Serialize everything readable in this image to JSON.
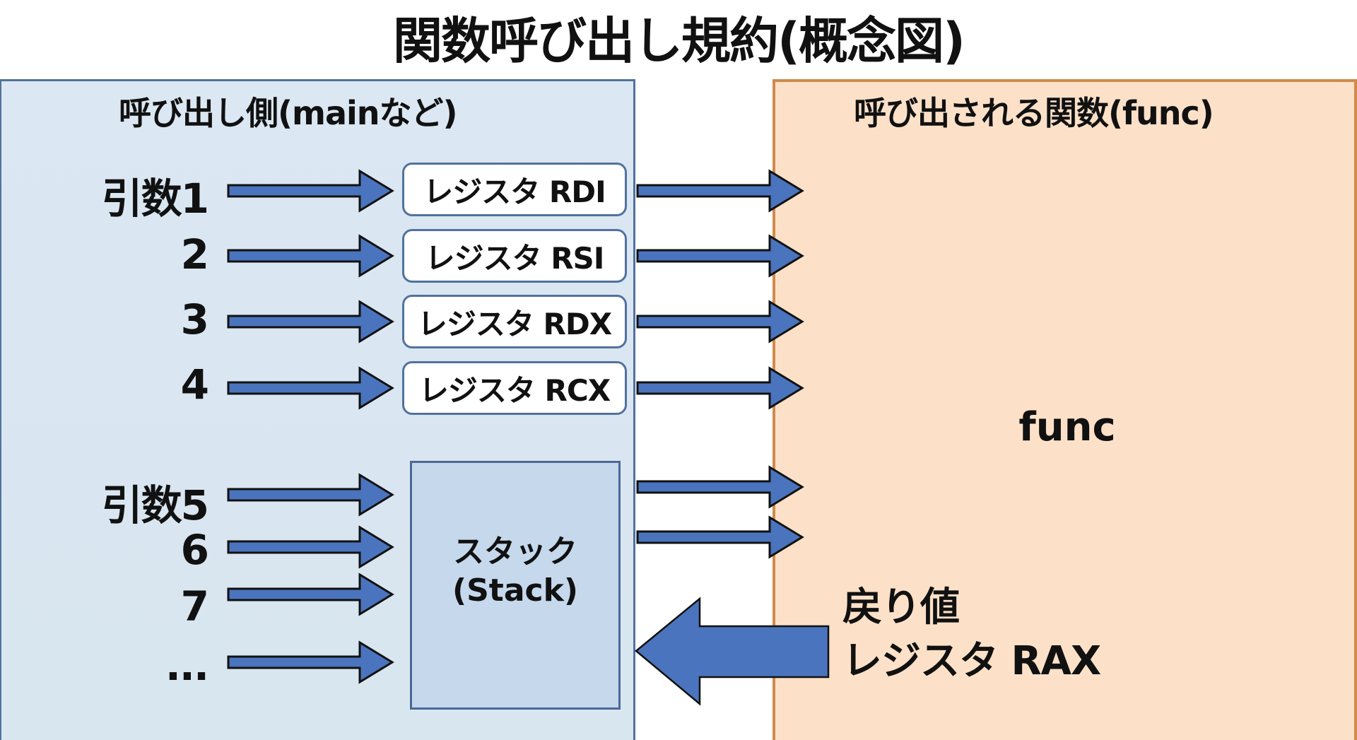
{
  "title": "関数呼び出し規約(概念図)",
  "caller_panel": {
    "title": "呼び出し側(mainなど)",
    "register_args": [
      {
        "label": "引数1",
        "register": "レジスタ RDI"
      },
      {
        "label": "2",
        "register": "レジスタ RSI"
      },
      {
        "label": "3",
        "register": "レジスタ RDX"
      },
      {
        "label": "4",
        "register": "レジスタ RCX"
      }
    ],
    "stack_args": [
      {
        "label": "引数5"
      },
      {
        "label": "6"
      },
      {
        "label": "7"
      },
      {
        "label": "..."
      }
    ],
    "stack": {
      "line1": "スタック",
      "line2": "(Stack)"
    }
  },
  "callee_panel": {
    "title": "呼び出される関数(func)",
    "func_label": "func",
    "return_value": {
      "line1": "戻り値",
      "line2": "レジスタ RAX"
    }
  },
  "colors": {
    "caller_fill": "#d9e6f0",
    "caller_border": "#52729e",
    "callee_fill": "#fce1c8",
    "callee_border": "#d08a4c",
    "stack_fill": "#c5d8ec",
    "arrow_fill": "#4a74bd"
  }
}
